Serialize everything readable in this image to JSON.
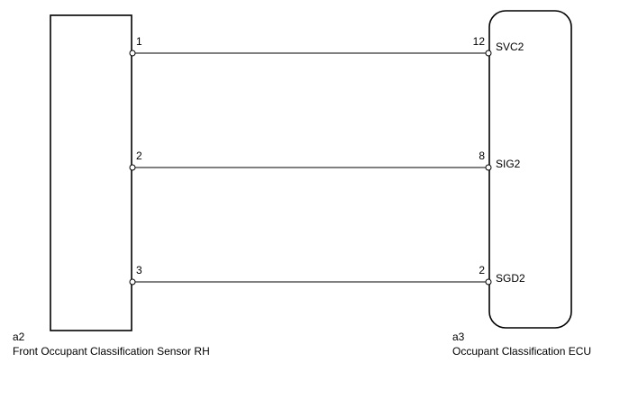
{
  "components": {
    "left": {
      "code": "a2",
      "name": "Front Occupant Classification Sensor RH"
    },
    "right": {
      "code": "a3",
      "name": "Occupant Classification ECU"
    }
  },
  "connections": [
    {
      "left_pin": "1",
      "right_pin": "12",
      "right_signal": "SVC2"
    },
    {
      "left_pin": "2",
      "right_pin": "8",
      "right_signal": "SIG2"
    },
    {
      "left_pin": "3",
      "right_pin": "2",
      "right_signal": "SGD2"
    }
  ]
}
